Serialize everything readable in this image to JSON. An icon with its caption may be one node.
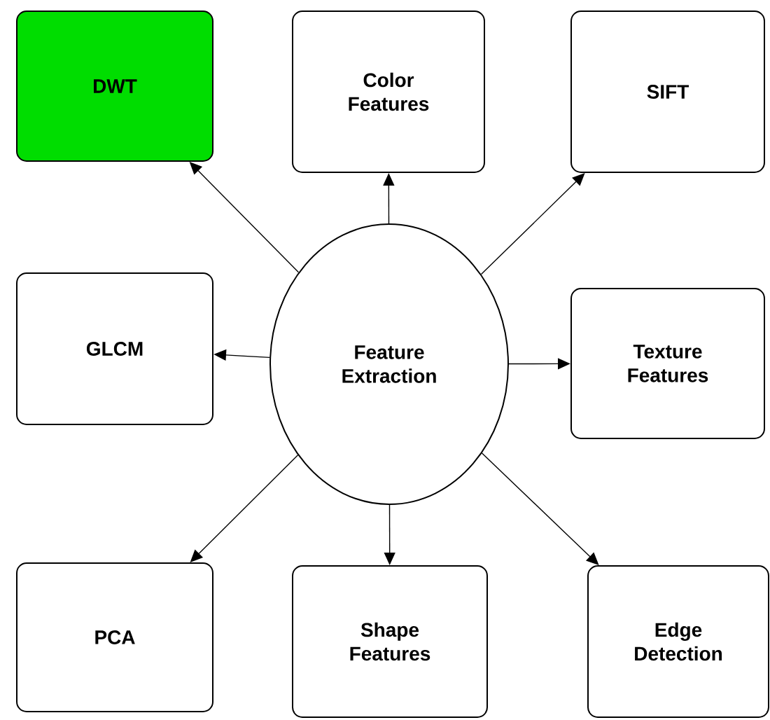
{
  "diagram": {
    "nodes": [
      {
        "text": [
          "DWT"
        ]
      },
      {
        "text": [
          "Color Features"
        ]
      },
      {
        "text": [
          "SIFT"
        ]
      },
      {
        "text": [
          "GLCM"
        ]
      },
      {
        "text": [
          "Feature Extraction"
        ]
      },
      {
        "text": [
          "Texture Features"
        ]
      },
      {
        "text": [
          "PCA"
        ]
      },
      {
        "text": [
          "Shape Features"
        ]
      },
      {
        "text": [
          "Edge Detection"
        ]
      }
    ],
    "edges": [
      {
        "from": 4,
        "to": 0,
        "arrow": "to"
      },
      {
        "from": 4,
        "to": 1,
        "arrow": "to"
      },
      {
        "from": 4,
        "to": 2,
        "arrow": "to"
      },
      {
        "from": 4,
        "to": 3,
        "arrow": "to"
      },
      {
        "from": 4,
        "to": 5,
        "arrow": "to"
      },
      {
        "from": 4,
        "to": 6,
        "arrow": "to"
      },
      {
        "from": 4,
        "to": 7,
        "arrow": "to"
      },
      {
        "from": 4,
        "to": 8,
        "arrow": "to"
      }
    ]
  }
}
